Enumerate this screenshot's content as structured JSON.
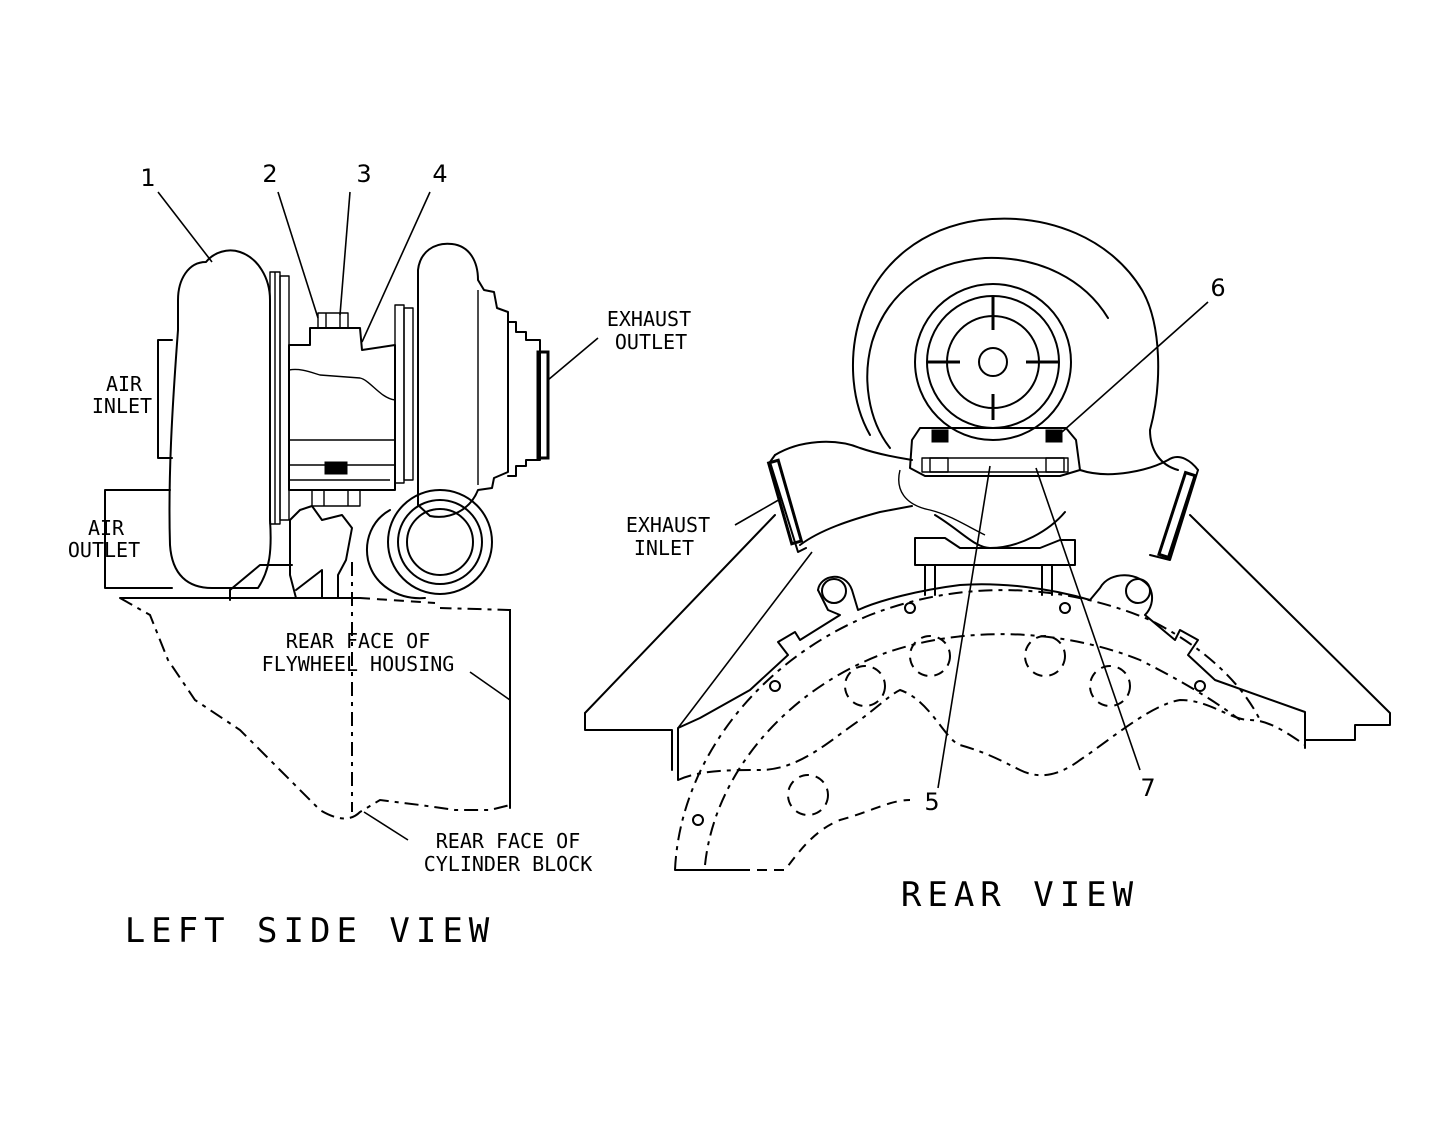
{
  "diagram": {
    "views": {
      "left": "LEFT SIDE VIEW",
      "rear": "REAR VIEW"
    },
    "callouts": [
      "1",
      "2",
      "3",
      "4",
      "5",
      "6",
      "7"
    ],
    "labels": {
      "air_inlet": [
        "AIR",
        "INLET"
      ],
      "air_outlet": [
        "AIR",
        "OUTLET"
      ],
      "exhaust_outlet": [
        "EXHAUST",
        "OUTLET"
      ],
      "exhaust_inlet": [
        "EXHAUST",
        "INLET"
      ],
      "flywheel_housing": [
        "REAR FACE OF",
        "FLYWHEEL HOUSING"
      ],
      "cylinder_block": [
        "REAR FACE OF",
        "CYLINDER BLOCK"
      ]
    }
  }
}
